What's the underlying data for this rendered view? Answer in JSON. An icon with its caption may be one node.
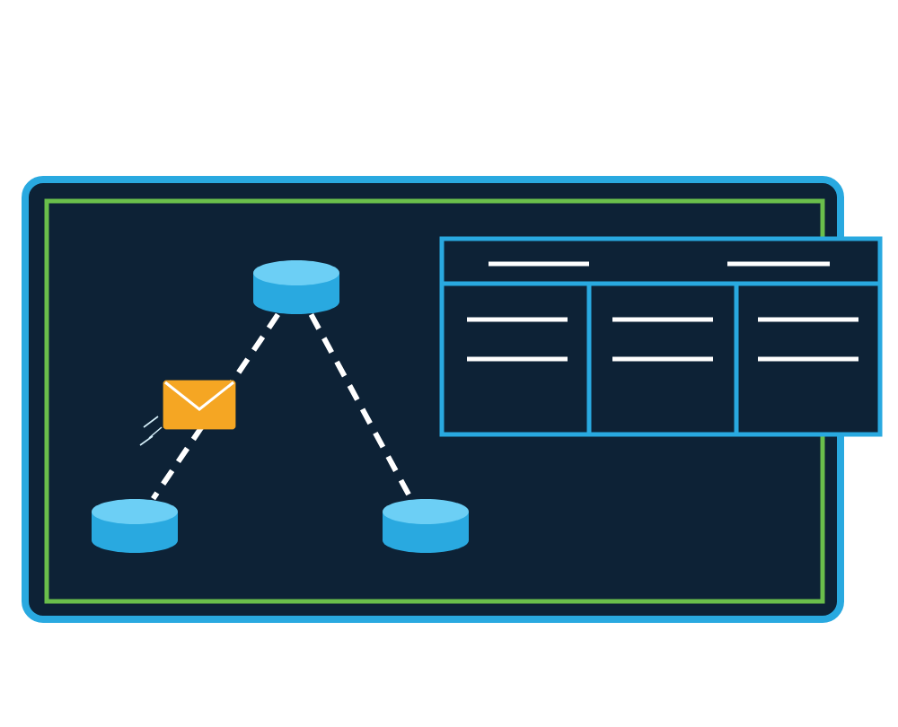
{
  "diagram": {
    "nodes": [
      {
        "text": [],
        "shape": "cylinder"
      },
      {
        "text": [],
        "shape": "cylinder"
      },
      {
        "text": [],
        "shape": "cylinder"
      }
    ],
    "edges": [
      {
        "from": 0,
        "to": 1,
        "arrow": "none",
        "style": "dashed"
      },
      {
        "from": 0,
        "to": 2,
        "arrow": "none",
        "style": "dashed"
      }
    ]
  }
}
